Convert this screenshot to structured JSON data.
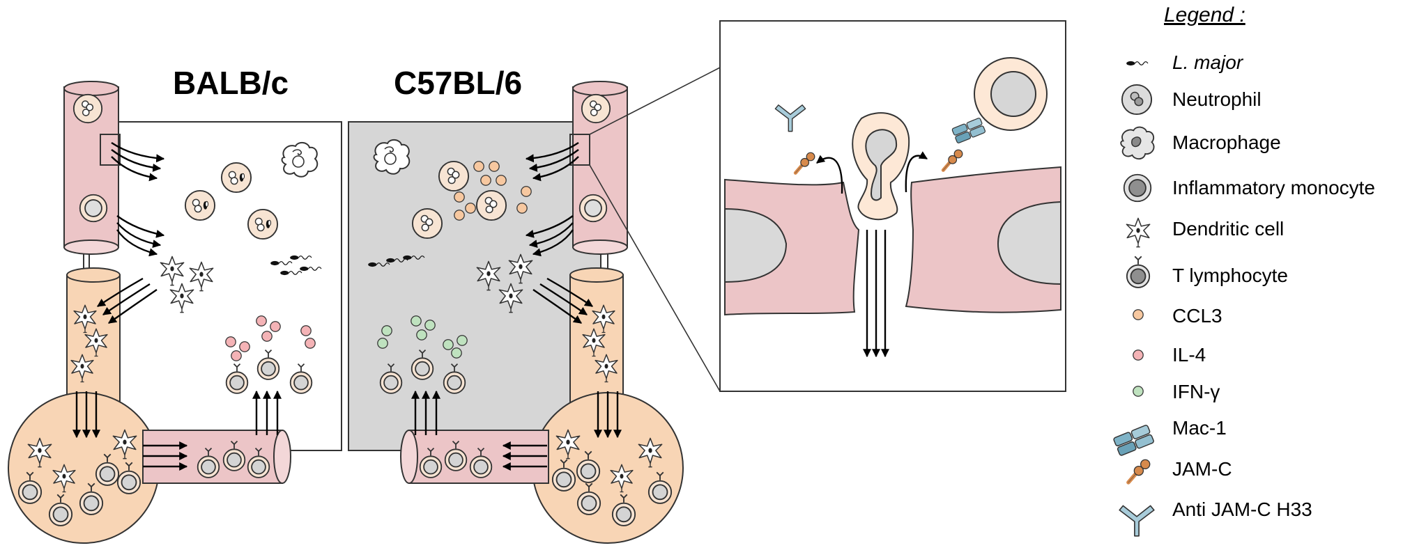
{
  "panels": {
    "left_title": "BALB/c",
    "right_title": "C57BL/6"
  },
  "legend": {
    "title": "Legend :",
    "items": [
      {
        "icon": "parasite-icon",
        "label": "L. major",
        "italic": true
      },
      {
        "icon": "neutrophil-icon",
        "label": "Neutrophil"
      },
      {
        "icon": "macrophage-icon",
        "label": "Macrophage"
      },
      {
        "icon": "inflammatory-monocyte-icon",
        "label": "Inflammatory monocyte"
      },
      {
        "icon": "dendritic-cell-icon",
        "label": "Dendritic cell"
      },
      {
        "icon": "t-lymphocyte-icon",
        "label": "T lymphocyte"
      },
      {
        "icon": "ccl3-icon",
        "label": "CCL3"
      },
      {
        "icon": "il4-icon",
        "label": "IL-4"
      },
      {
        "icon": "ifng-icon",
        "label": "IFN-γ"
      },
      {
        "icon": "mac1-icon",
        "label": "Mac-1"
      },
      {
        "icon": "jamc-icon",
        "label": "JAM-C"
      },
      {
        "icon": "anti-jamc-icon",
        "label": "Anti JAM-C H33"
      }
    ]
  },
  "colors": {
    "vessel_pink": "#ecc5c7",
    "lymph_orange": "#f8d5b5",
    "tissue_gray": "#d6d6d6",
    "ccl3": "#f7c8a0",
    "il4": "#f4b3b6",
    "ifng": "#bfe2bf",
    "mac1": "#7fb3c7",
    "jamc": "#d78a4c",
    "antibody": "#a8ccda"
  }
}
